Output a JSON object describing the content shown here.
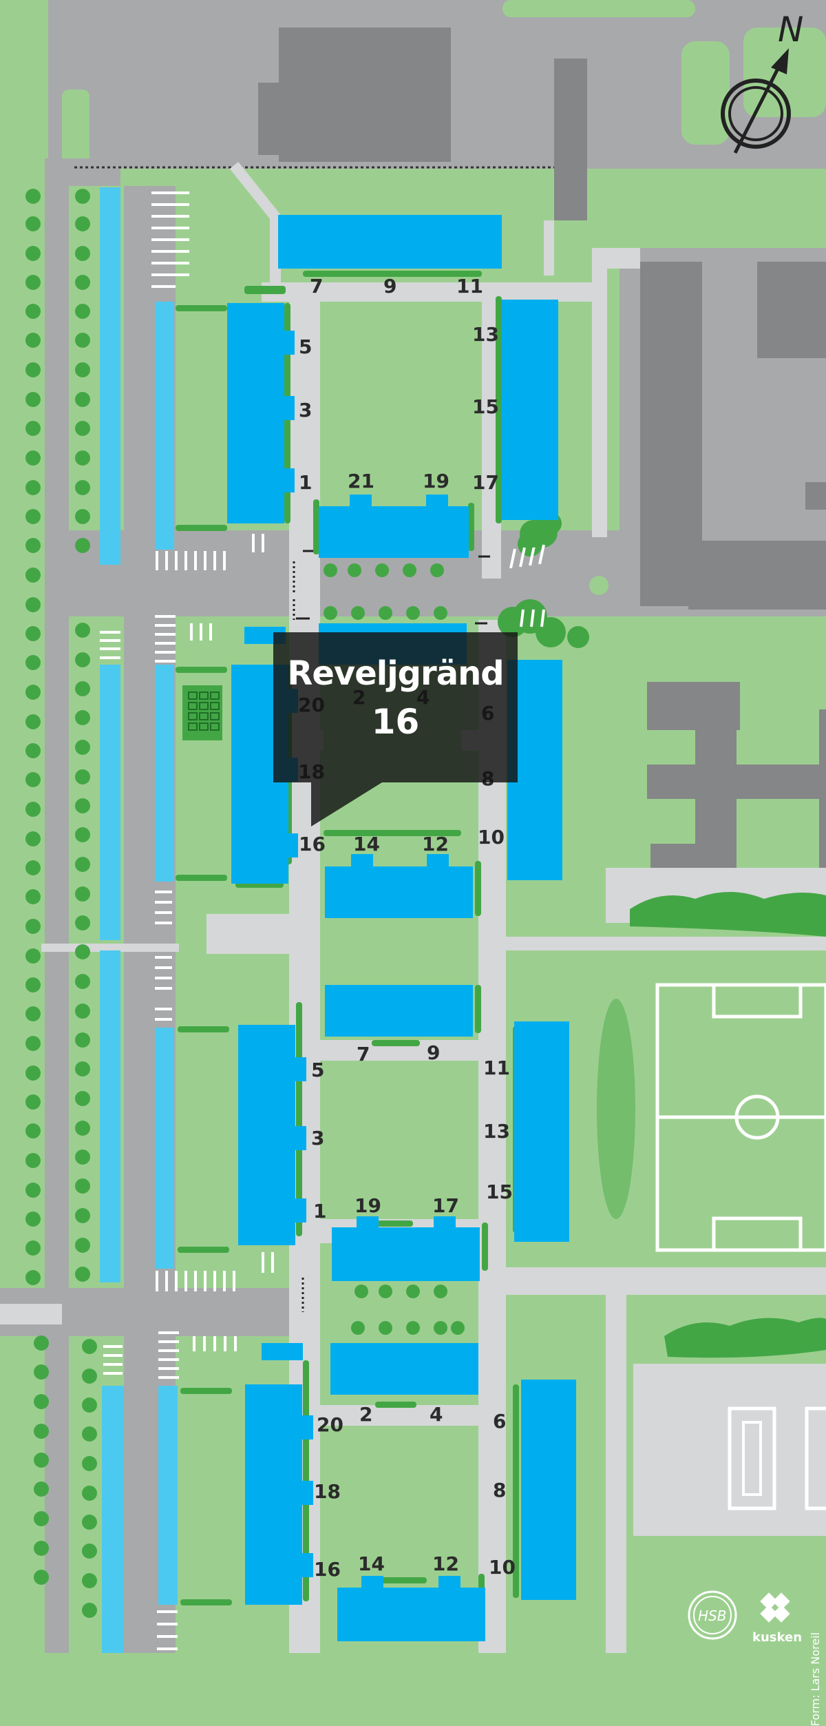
{
  "map": {
    "title": "Reveljgränd",
    "selected_number": "16",
    "credit": "Form: Lars Noreil",
    "logos": {
      "kusken": "kusken",
      "hsb": "HSB"
    },
    "compass_label": "N",
    "house_numbers": [
      "7",
      "9",
      "11",
      "5",
      "13",
      "3",
      "15",
      "1",
      "21",
      "19",
      "17",
      "20",
      "2",
      "4",
      "6",
      "18",
      "8",
      "16",
      "14",
      "12",
      "10",
      "7",
      "9",
      "11",
      "5",
      "13",
      "3",
      "15",
      "1",
      "19",
      "17",
      "20",
      "2",
      "4",
      "6",
      "18",
      "8",
      "16",
      "14",
      "12",
      "10"
    ],
    "colors": {
      "building": "#00aeef",
      "parking": "#4cc9f0",
      "grass": "#9ccf8f",
      "road": "#a8a9ab",
      "path": "#d6d7d9",
      "other_building": "#858688",
      "trees": "#43a645",
      "callout": "#141414"
    }
  }
}
